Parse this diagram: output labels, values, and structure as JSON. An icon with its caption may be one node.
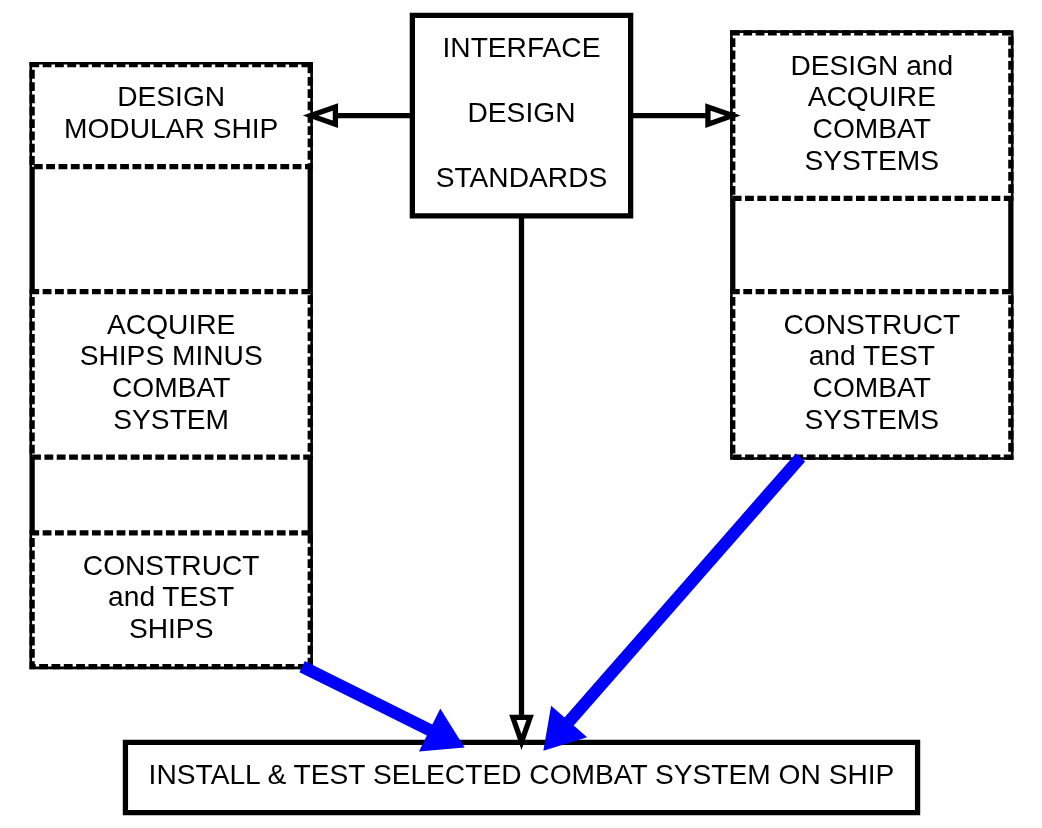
{
  "diagram": {
    "nodes": [
      {
        "text": [],
        "shape": "box"
      },
      {
        "text": [
          "DESIGN MODULAR SHIP"
        ],
        "in": 0
      },
      {
        "text": [
          "ACQUIRE SHIPS MINUS COMBAT SYSTEM"
        ],
        "in": 0
      },
      {
        "text": [
          "CONSTRUCT and TEST SHIPS"
        ],
        "in": 0
      },
      {
        "text": [
          "INTERFACE",
          "DESIGN",
          "STANDARDS"
        ]
      },
      {
        "text": [],
        "shape": "box"
      },
      {
        "text": [
          "DESIGN and ACQUIRE COMBAT SYSTEMS"
        ],
        "in": 5
      },
      {
        "text": [
          "CONSTRUCT and TEST COMBAT SYSTEMS"
        ],
        "in": 5
      },
      {
        "text": [
          "INSTALL & TEST SELECTED COMBAT SYSTEM ON SHIP"
        ]
      }
    ],
    "edges": [
      {
        "from": 4,
        "to": 1,
        "arrow": "to"
      },
      {
        "from": 4,
        "to": 6,
        "arrow": "to"
      },
      {
        "from": 0,
        "to": 8,
        "arrow": "to",
        "color": "#0000ff",
        "style": "thick"
      },
      {
        "from": 4,
        "to": 8,
        "arrow": "to"
      },
      {
        "from": 5,
        "to": 8,
        "arrow": "to",
        "color": "#0000ff",
        "style": "thick"
      }
    ]
  }
}
